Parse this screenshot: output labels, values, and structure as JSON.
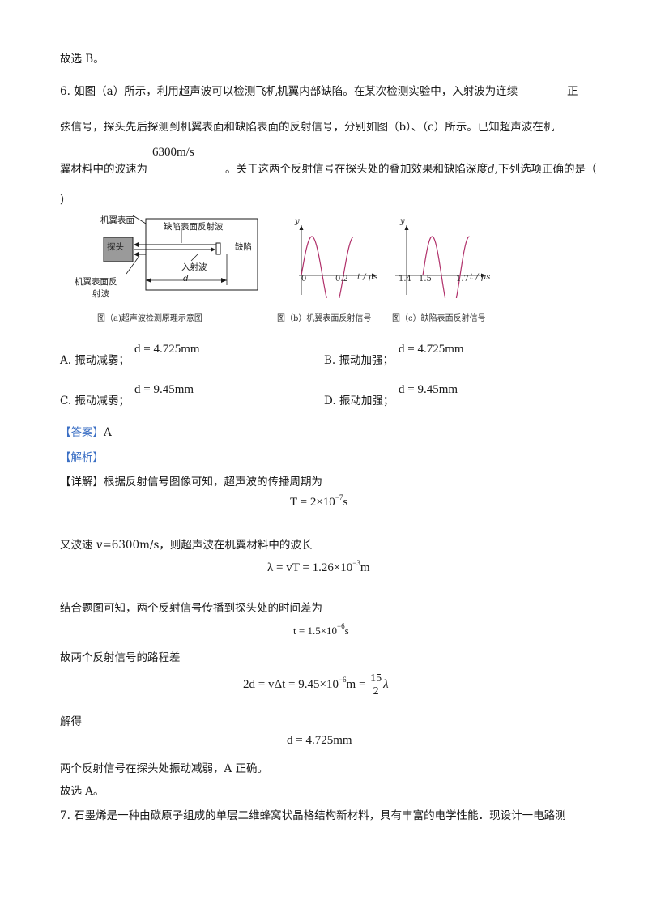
{
  "prev": {
    "conclusion": "故选 B。"
  },
  "q6": {
    "line1": "6. 如图（a）所示，利用超声波可以检测飞机机翼内部缺陷。在某次检测实验中，入射波为连续",
    "line1_tail": "正",
    "line2": "弦信号，探头先后探测到机翼表面和缺陷表面的反射信号，分别如图（b）、（c）所示。已知超声波在机",
    "line3_pre": "翼材料中的波速为",
    "speed": "6300m/s",
    "line3_post": "。关于这两个反射信号在探头处的叠加效果和缺陷深度",
    "var_d": "d",
    "line3_end": ",下列选项正确的是（",
    "line4": "）",
    "figA": {
      "surface_label": "机翼表面",
      "defect_reflect_label": "缺陷表面反射波",
      "probe_label": "探头",
      "defect_label": "缺陷",
      "incident_label": "入射波",
      "surface_reflect_label_1": "机翼表面反",
      "surface_reflect_label_2": "射波",
      "depth_label": "d",
      "caption": "图（a)超声波检测原理示意图"
    },
    "figB": {
      "y_label": "y",
      "x_label": "t / μs",
      "origin": "0",
      "tick": "0.2",
      "caption": "图（b）机翼表面反射信号"
    },
    "figC": {
      "y_label": "y",
      "x_label": "t / μs",
      "tick1": "1.4",
      "tick2": "1.5",
      "tick3": "1.7",
      "caption": "图（c）缺陷表面反射信号"
    },
    "options": {
      "A_label": "A. 振动减弱；",
      "A_math": "d = 4.725mm",
      "B_label": "B. 振动加强；",
      "B_math": "d = 4.725mm",
      "C_label": "C. 振动减弱；",
      "C_math": "d = 9.45mm",
      "D_label": "D. 振动加强；",
      "D_math": "d = 9.45mm"
    },
    "answer_tag": "【答案】",
    "answer_value": "A",
    "analysis_tag": "【解析】",
    "detail_tag": "【详解】",
    "detail_text": "根据反射信号图像可知，超声波的传播周期为",
    "eq1": "T = 2×10",
    "eq1_exp": "−7",
    "eq1_unit": "s",
    "text2_pre": "又波速 ",
    "text2_v": "v",
    "text2_post": "=6300m/s，则超声波在机翼材料中的波长",
    "eq2": "λ = vT = 1.26×10",
    "eq2_exp": "−3",
    "eq2_unit": "m",
    "text3": "结合题图可知，两个反射信号传播到探头处的时间差为",
    "eq3": "t = 1.5×10",
    "eq3_exp": "−6",
    "eq3_unit": "s",
    "text4": "故两个反射信号的路程差",
    "eq4_lhs": "2d = vΔt = 9.45×10",
    "eq4_exp": "−6",
    "eq4_mid": "m =",
    "eq4_num": "15",
    "eq4_den": "2",
    "eq4_tail": "λ",
    "text5": "解得",
    "eq5": "d = 4.725mm",
    "text6": "两个反射信号在探头处振动减弱，A 正确。",
    "conclusion": "故选 A。"
  },
  "q7": {
    "line1": "7. 石墨烯是一种由碳原子组成的单层二维蜂窝状晶格结构新材料，具有丰富的电学性能．现设计一电路测"
  },
  "colors": {
    "wave": "#b0306a",
    "answer": "#3b6fc4",
    "probe": "#9a9a9a"
  }
}
